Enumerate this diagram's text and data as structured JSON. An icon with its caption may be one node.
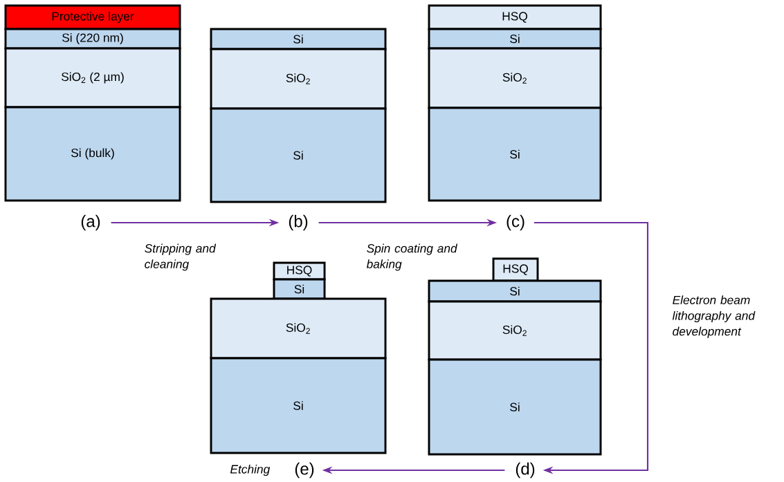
{
  "diagram": {
    "nodes": [
      {
        "text": [
          "Protective layer"
        ]
      },
      {
        "text": [
          "Si (220 nm)"
        ]
      },
      {
        "text": [
          "SiO$_{2}$ (2 µm)"
        ]
      },
      {
        "text": [
          "Si (bulk)"
        ]
      },
      {
        "text": [
          "Si"
        ]
      },
      {
        "text": [
          "SiO$_{2}$"
        ]
      },
      {
        "text": [
          "Si"
        ]
      },
      {
        "text": [
          "HSQ"
        ]
      },
      {
        "text": [
          "Si"
        ]
      },
      {
        "text": [
          "SiO$_{2}$"
        ]
      },
      {
        "text": [
          "Si"
        ]
      },
      {
        "text": [
          "(a)"
        ]
      },
      {
        "text": [
          "(b)"
        ]
      },
      {
        "text": [
          "(c)"
        ]
      },
      {
        "text": [
          "HSQ"
        ]
      },
      {
        "text": [
          "Si"
        ]
      },
      {
        "text": [
          "SiO$_{2}$"
        ]
      },
      {
        "text": [
          "Si"
        ]
      },
      {
        "text": [
          "HSQ"
        ]
      },
      {
        "text": [
          "Si"
        ]
      },
      {
        "text": [
          "SiO$_{2}$"
        ]
      },
      {
        "text": [
          "Si"
        ]
      },
      {
        "text": [
          "(e)"
        ]
      },
      {
        "text": [
          "(d)"
        ]
      }
    ],
    "edges": [
      {
        "from": 11,
        "to": 12,
        "arrow": "to",
        "label": "Stripping and cleaning"
      },
      {
        "from": 12,
        "to": 13,
        "arrow": "to",
        "label": "Spin coating and baking"
      },
      {
        "from": 13,
        "to": 23,
        "arrow": "to",
        "label": "Electron beam lithography and development"
      },
      {
        "from": 23,
        "to": 22,
        "arrow": "to",
        "label": "Etching"
      }
    ]
  }
}
